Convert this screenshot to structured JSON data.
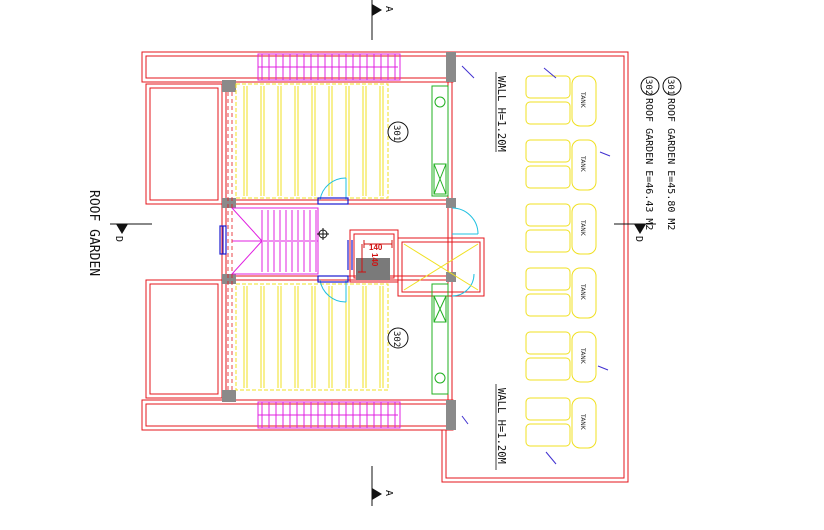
{
  "section_markers": {
    "top": "A",
    "bottom": "A",
    "left": "D",
    "right": "D"
  },
  "roof_garden_label": "ROOF GARDEN",
  "rooms": {
    "r301": "301",
    "r302": "302"
  },
  "walls": {
    "top": "WALL H=1.20M",
    "bottom": "WALL H=1.20M"
  },
  "dimensions": {
    "horizontal": "140",
    "vertical": "140"
  },
  "legend": [
    {
      "id": "301",
      "text": "ROOF GARDEN E=45.80 M2"
    },
    {
      "id": "302",
      "text": "ROOF GARDEN E=46.43 M2"
    }
  ],
  "tank_label": "TANK",
  "tanks": [
    "TANK",
    "TANK",
    "TANK",
    "TANK",
    "TANK",
    "TANK"
  ],
  "colors": {
    "wall": "#e4161b",
    "stair": "#e020e0",
    "hatch": "#f0e020",
    "door": "#20c0e0",
    "green": "#20b020",
    "blue": "#1a1ad0",
    "gray": "#8a8a8a"
  }
}
